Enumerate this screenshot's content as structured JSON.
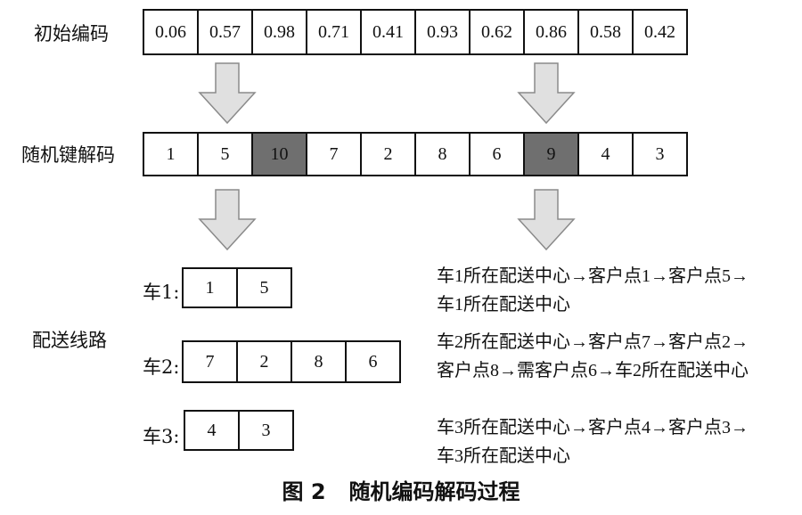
{
  "labels": {
    "initial_encoding": "初始编码",
    "random_key_decoding": "随机键解码",
    "delivery_route": "配送线路"
  },
  "encoding": [
    "0.06",
    "0.57",
    "0.98",
    "0.71",
    "0.41",
    "0.93",
    "0.62",
    "0.86",
    "0.58",
    "0.42"
  ],
  "decoding": [
    "1",
    "5",
    "10",
    "7",
    "2",
    "8",
    "6",
    "9",
    "4",
    "3"
  ],
  "vehicles": [
    {
      "label": "车1:",
      "cells": [
        "1",
        "5"
      ],
      "route_line1": "车1所在配送中心→客户点1→客户点5→",
      "route_line2": "车1所在配送中心"
    },
    {
      "label": "车2:",
      "cells": [
        "7",
        "2",
        "8",
        "6"
      ],
      "route_line1": "车2所在配送中心→客户点7→客户点2→",
      "route_line2": "客户点8→需客户点6→车2所在配送中心"
    },
    {
      "label": "车3:",
      "cells": [
        "4",
        "3"
      ],
      "route_line1": "车3所在配送中心→客户点4→客户点3→",
      "route_line2": "车3所在配送中心"
    }
  ],
  "caption": {
    "number": "图 2",
    "title": "随机编码解码过程"
  },
  "colors": {
    "highlight": "#6f6f6f",
    "arrow_fill": "#e0e0e0",
    "arrow_stroke": "#8a8a8a"
  }
}
